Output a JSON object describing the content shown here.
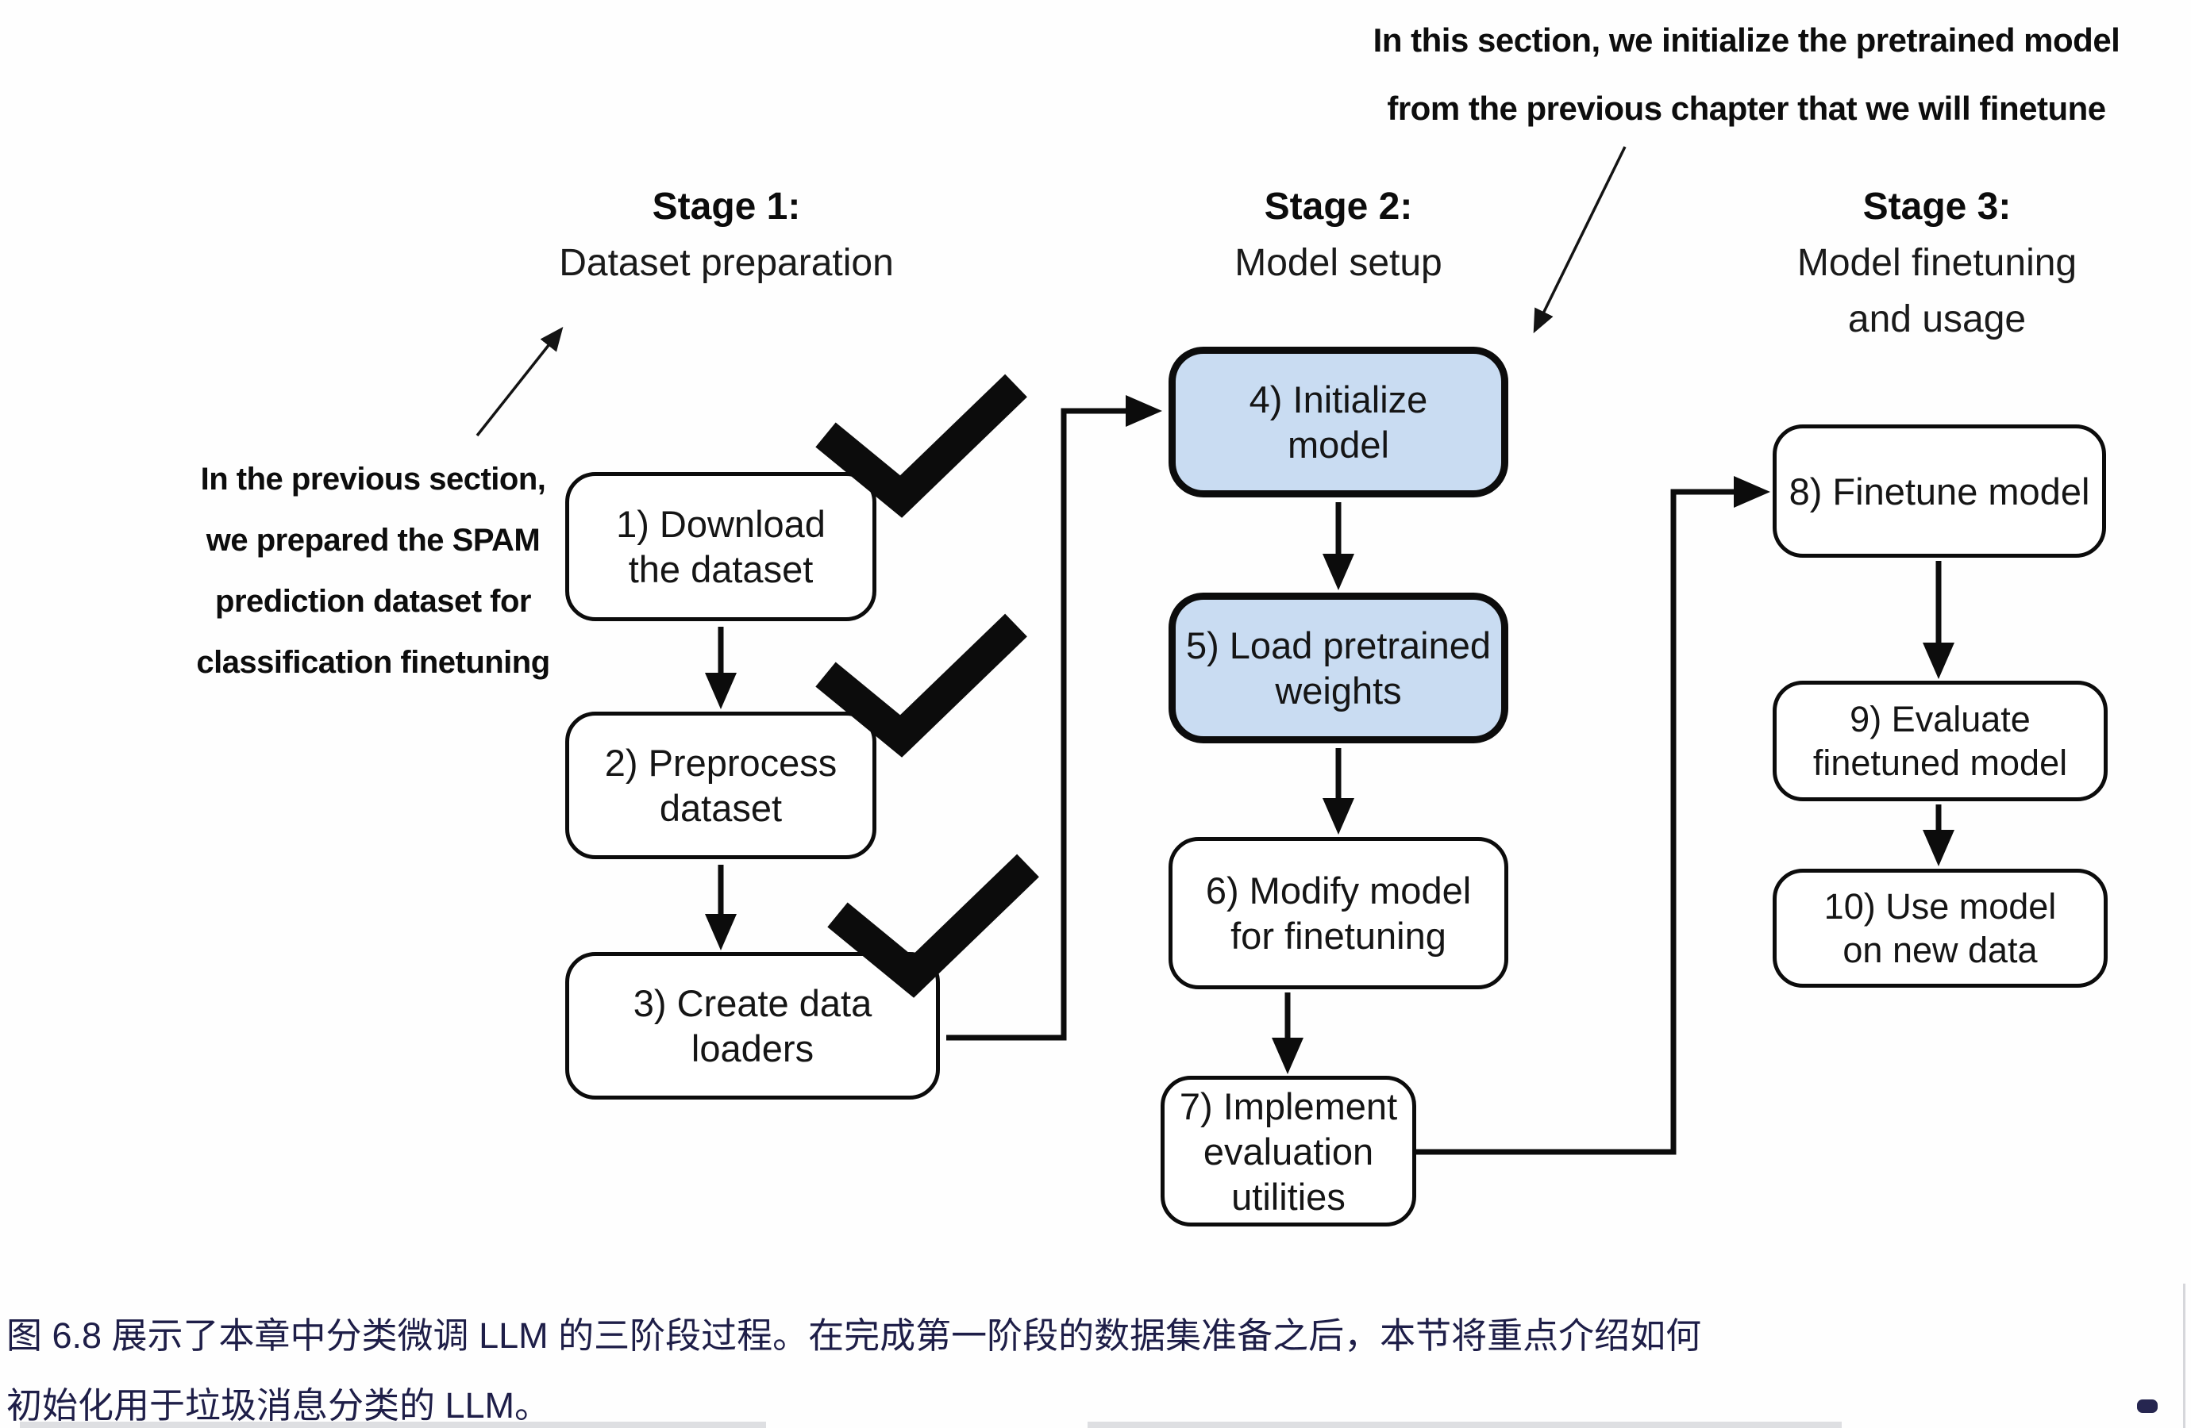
{
  "colors": {
    "ink": "#0c0c0c",
    "highlight-fill": "#c9dcf2",
    "caption-text": "#1e1e48",
    "edge-gray": "#d6d7db"
  },
  "figure": {
    "top_annotation": {
      "line1": "In this section, we initialize the pretrained model",
      "line2": "from the previous chapter that we will finetune"
    },
    "left_annotation": {
      "line1": "In the previous section,",
      "line2": "we prepared the SPAM",
      "line3": "prediction dataset for",
      "line4": "classification finetuning"
    },
    "stages": [
      {
        "title": "Stage 1:",
        "subtitle1": "Dataset preparation",
        "subtitle2": ""
      },
      {
        "title": "Stage 2:",
        "subtitle1": "Model setup",
        "subtitle2": ""
      },
      {
        "title": "Stage 3:",
        "subtitle1": "Model finetuning",
        "subtitle2": "and usage"
      }
    ],
    "boxes": [
      {
        "line1": "1) Download",
        "line2": "the dataset",
        "highlighted": false,
        "checked": true
      },
      {
        "line1": "2) Preprocess",
        "line2": "dataset",
        "highlighted": false,
        "checked": true
      },
      {
        "line1": "3) Create data",
        "line2": "loaders",
        "highlighted": false,
        "checked": true
      },
      {
        "line1": "4) Initialize",
        "line2": "model",
        "highlighted": true,
        "checked": false
      },
      {
        "line1": "5) Load pretrained",
        "line2": "weights",
        "highlighted": true,
        "checked": false
      },
      {
        "line1": "6) Modify model",
        "line2": "for finetuning",
        "highlighted": false,
        "checked": false
      },
      {
        "line1": "7) Implement",
        "line2": "evaluation utilities",
        "highlighted": false,
        "checked": false
      },
      {
        "line1": "8) Finetune model",
        "line2": "",
        "highlighted": false,
        "checked": false
      },
      {
        "line1": "9) Evaluate",
        "line2": "finetuned model",
        "highlighted": false,
        "checked": false
      },
      {
        "line1": "10) Use model",
        "line2": "on new data",
        "highlighted": false,
        "checked": false
      }
    ]
  },
  "caption": {
    "line1": "图 6.8 展示了本章中分类微调 LLM 的三阶段过程。在完成第一阶段的数据集准备之后，本节将重点介绍如何",
    "line2": "初始化用于垃圾消息分类的 LLM。"
  }
}
